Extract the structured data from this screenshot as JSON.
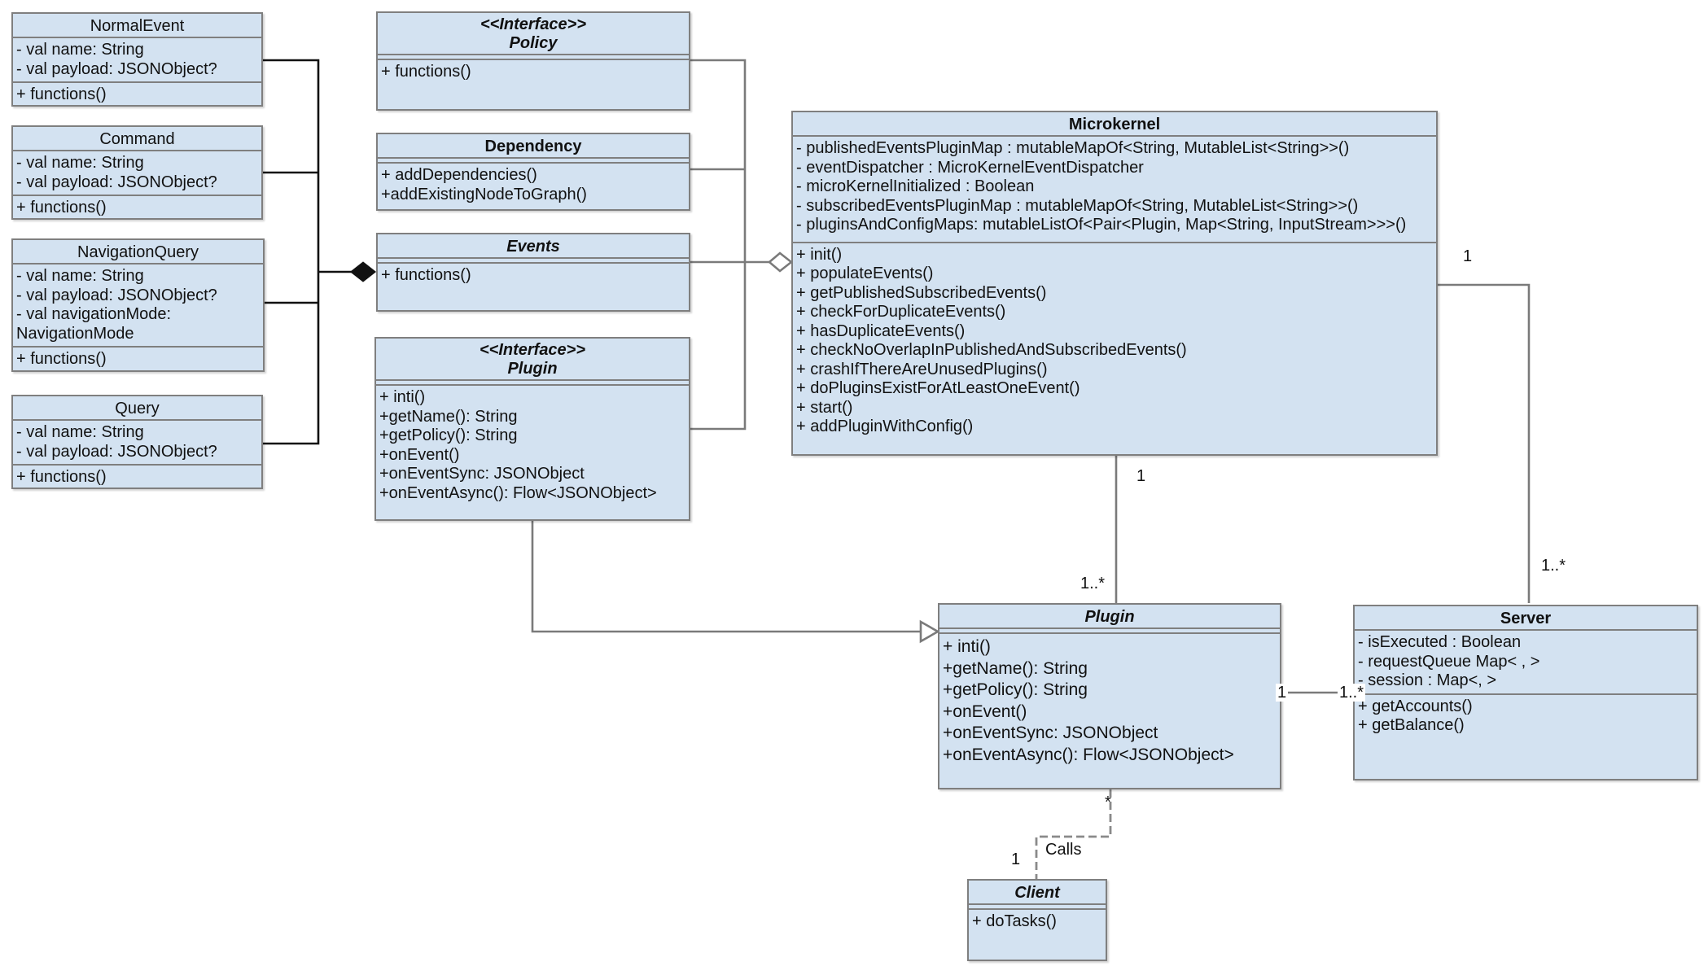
{
  "classes": {
    "normal_event": {
      "name": "NormalEvent",
      "attributes": [
        "- val name: String",
        "- val payload: JSONObject?"
      ],
      "methods": [
        "+ functions()"
      ]
    },
    "command": {
      "name": "Command",
      "attributes": [
        "- val name: String",
        "- val payload: JSONObject?"
      ],
      "methods": [
        "+ functions()"
      ]
    },
    "navigation_query": {
      "name": "NavigationQuery",
      "attributes": [
        "- val name: String",
        "- val payload: JSONObject?",
        "- val navigationMode:",
        "NavigationMode"
      ],
      "methods": [
        "+ functions()"
      ]
    },
    "query": {
      "name": "Query",
      "attributes": [
        "- val name: String",
        "- val payload: JSONObject?"
      ],
      "methods": [
        "+ functions()"
      ]
    },
    "policy": {
      "stereotype": "<<Interface>>",
      "name": "Policy",
      "methods": [
        "+ functions()"
      ]
    },
    "dependency": {
      "name": "Dependency",
      "methods": [
        "+ addDependencies()",
        "+addExistingNodeToGraph()"
      ]
    },
    "events": {
      "name": "Events",
      "methods": [
        "+ functions()"
      ]
    },
    "plugin_interface": {
      "stereotype": "<<Interface>>",
      "name": "Plugin",
      "methods": [
        "+ inti()",
        "+getName(): String",
        "+getPolicy(): String",
        "+onEvent()",
        "+onEventSync: JSONObject",
        "+onEventAsync(): Flow<JSONObject>"
      ]
    },
    "microkernel": {
      "name": "Microkernel",
      "attributes": [
        "- publishedEventsPluginMap : mutableMapOf<String, MutableList<String>>()",
        "- eventDispatcher : MicroKernelEventDispatcher",
        "- microKernelInitialized : Boolean",
        "- subscribedEventsPluginMap : mutableMapOf<String, MutableList<String>>()",
        "- pluginsAndConfigMaps: mutableListOf<Pair<Plugin, Map<String, InputStream>>>()"
      ],
      "methods": [
        "+ init()",
        "+ populateEvents()",
        "+ getPublishedSubscribedEvents()",
        "+ checkForDuplicateEvents()",
        "+ hasDuplicateEvents()",
        "+ checkNoOverlapInPublishedAndSubscribedEvents()",
        "+ crashIfThereAreUnusedPlugins()",
        "+ doPluginsExistForAtLeastOneEvent()",
        "+ start()",
        "+ addPluginWithConfig()"
      ]
    },
    "plugin": {
      "name": "Plugin",
      "methods": [
        "+ inti()",
        "+getName(): String",
        "+getPolicy(): String",
        "+onEvent()",
        "+onEventSync: JSONObject",
        "+onEventAsync(): Flow<JSONObject>"
      ]
    },
    "server": {
      "name": "Server",
      "attributes": [
        "- isExecuted : Boolean",
        "- requestQueue Map< , >",
        "- session : Map<, >"
      ],
      "methods": [
        "+ getAccounts()",
        "+ getBalance()"
      ]
    },
    "client": {
      "name": "Client",
      "methods": [
        "+ doTasks()"
      ]
    }
  },
  "multiplicities": {
    "microkernel_server_top": "1",
    "microkernel_plugin_top": "1",
    "plugin_microkernel_bottom": "1..*",
    "server_microkernel_bottom": "1..*",
    "plugin_server_left": "1",
    "plugin_server_right": "1..*",
    "plugin_client_star": "*",
    "client_plugin_one": "1"
  },
  "labels": {
    "calls": "Calls"
  },
  "colors": {
    "class_fill": "#d3e2f1",
    "class_border": "#7f7f7f",
    "line": "#7a7a7a",
    "composition_line": "#111111"
  }
}
